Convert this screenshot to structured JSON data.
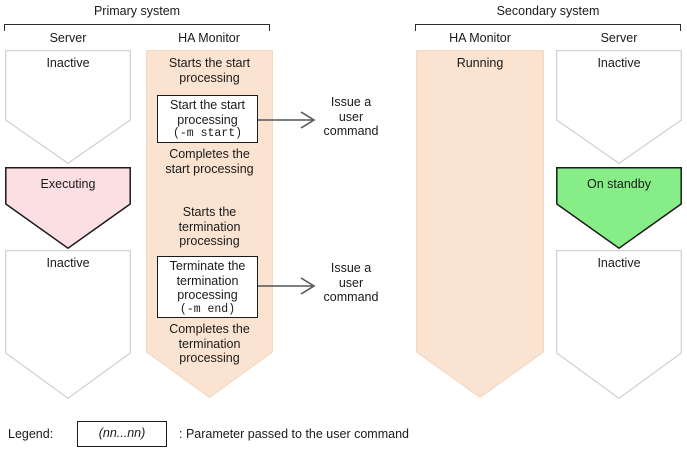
{
  "diagram": {
    "title_primary": "Primary system",
    "title_secondary": "Secondary system"
  },
  "primary": {
    "server": {
      "column_title": "Server",
      "states": [
        {
          "label": "Inactive",
          "fill": "#ffffff",
          "stroke": "#cfcfcf"
        },
        {
          "label": "Executing",
          "fill": "#fcdfe2",
          "stroke": "#1a1a1a"
        },
        {
          "label": "Inactive",
          "fill": "#ffffff",
          "stroke": "#cfcfcf"
        }
      ]
    },
    "monitor": {
      "column_title": "HA Monitor",
      "fill": "#fae3d0",
      "steps": [
        "Starts the start\nprocessing",
        "Completes the\nstart processing",
        "Starts the\ntermination\nprocessing",
        "Completes the\ntermination\nprocessing"
      ],
      "commands": [
        {
          "line1": "Start the start",
          "line2": "processing",
          "param": "(-m start)"
        },
        {
          "line1": "Terminate the",
          "line2": "termination",
          "line3": "processing",
          "param": "(-m end)"
        }
      ]
    }
  },
  "secondary": {
    "monitor": {
      "column_title": "HA Monitor",
      "fill": "#fae3d0",
      "label": "Running"
    },
    "server": {
      "column_title": "Server",
      "states": [
        {
          "label": "Inactive",
          "fill": "#ffffff",
          "stroke": "#cfcfcf"
        },
        {
          "label": "On standby",
          "fill": "#87ee87",
          "stroke": "#1a1a1a"
        },
        {
          "label": "Inactive",
          "fill": "#ffffff",
          "stroke": "#cfcfcf"
        }
      ]
    }
  },
  "annotations": [
    {
      "text": "Issue a\nuser\ncommand"
    },
    {
      "text": "Issue a\nuser\ncommand"
    }
  ],
  "legend": {
    "label": "Legend:",
    "sample": "(nn...nn)",
    "description": ": Parameter passed to the user command"
  },
  "colors": {
    "monitor_fill": "#fae3d0",
    "executing_fill": "#fcdfe2",
    "standby_fill": "#87ee87",
    "line_dark": "#1a1a1a",
    "line_light": "#cfcfcf",
    "arrow": "#555555"
  }
}
